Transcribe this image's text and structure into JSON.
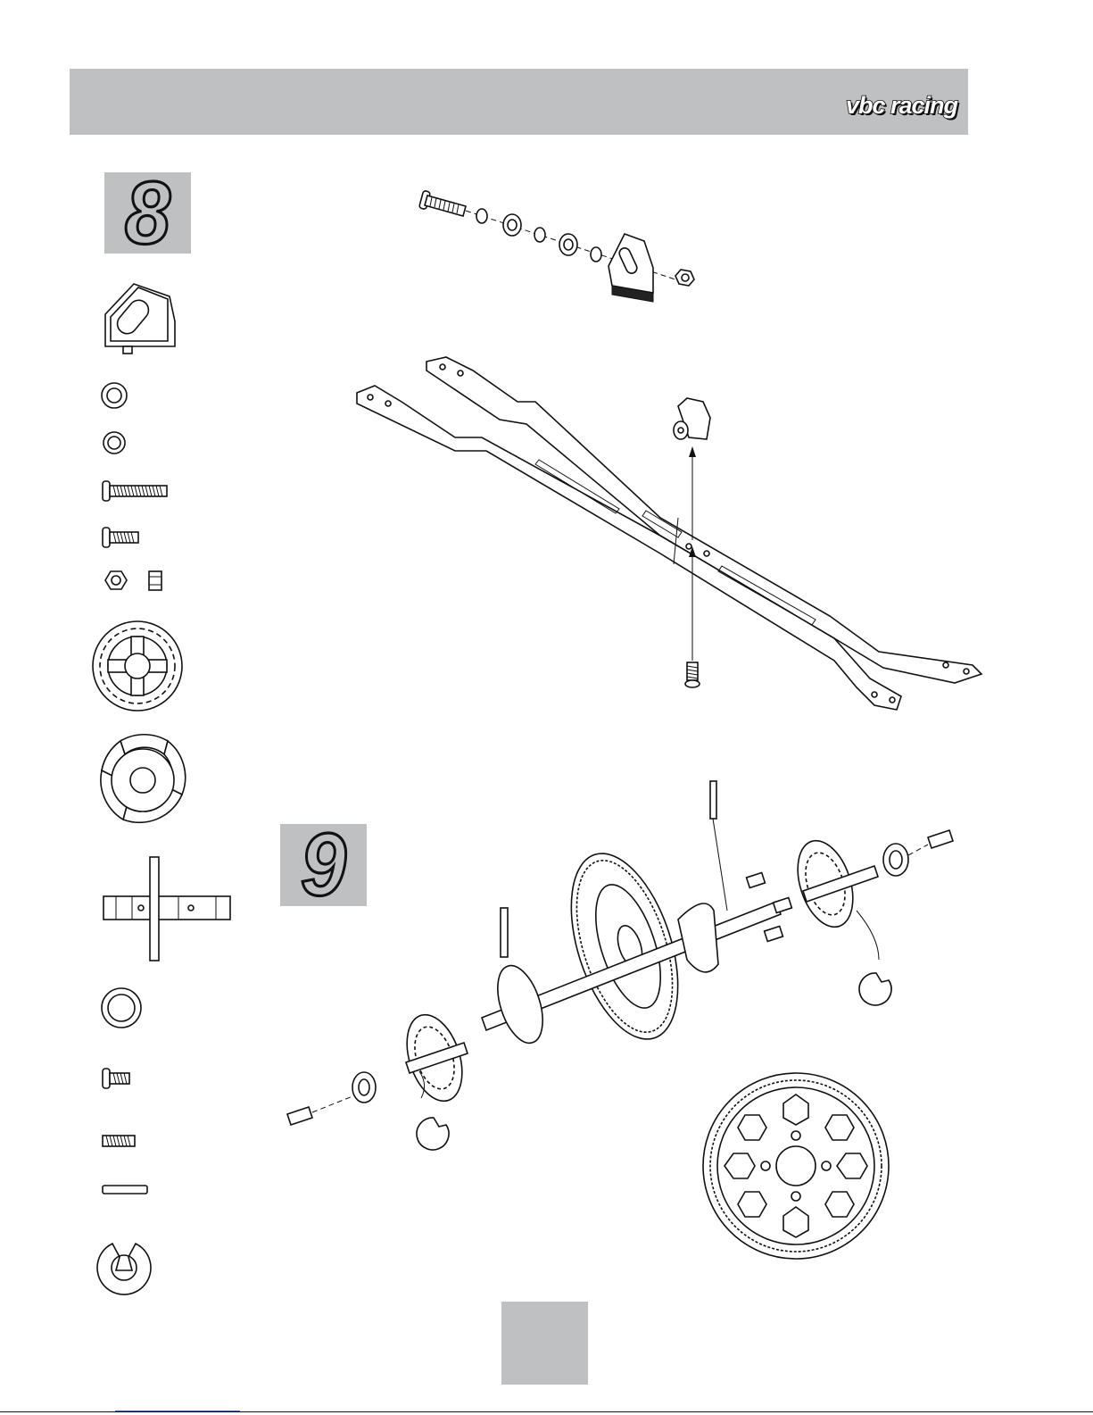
{
  "header": {
    "brand": "vbc racing"
  },
  "steps": {
    "step8": "8",
    "step9": "9"
  },
  "page_number": ""
}
